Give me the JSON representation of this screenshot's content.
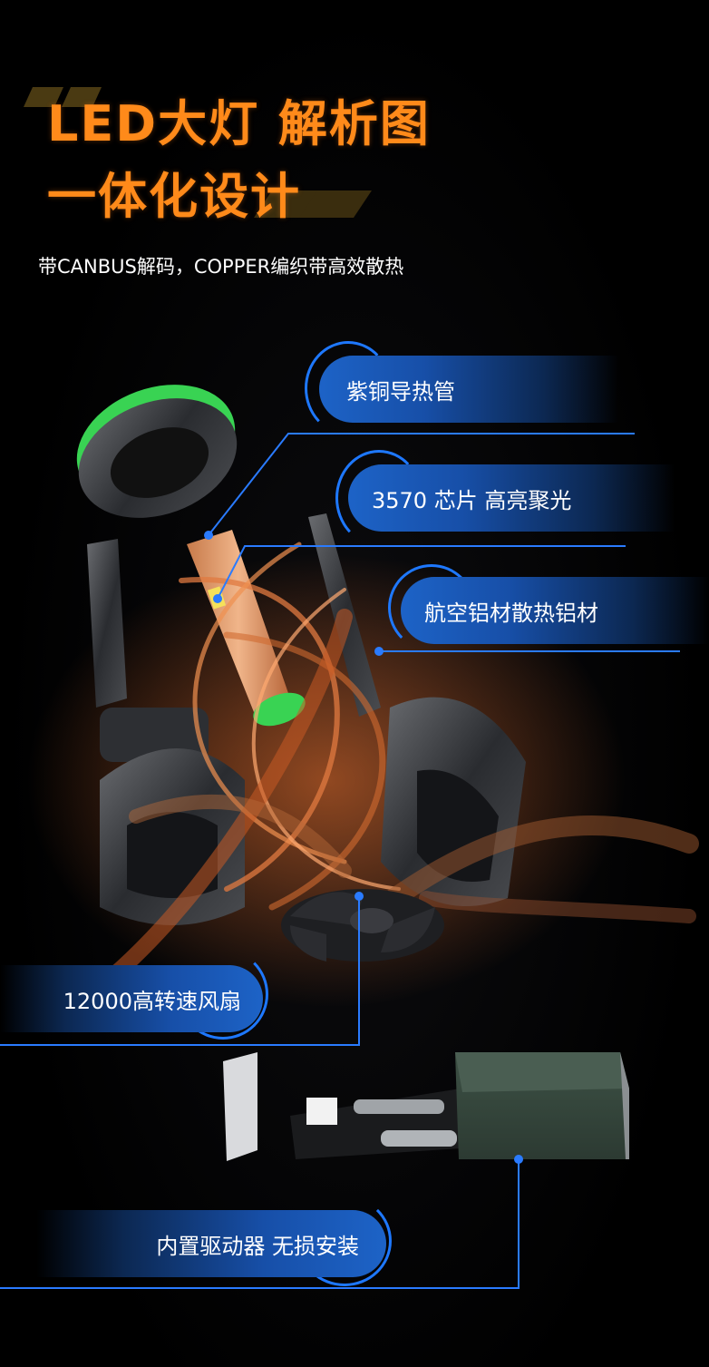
{
  "header": {
    "title_line1": "LED大灯 解析图",
    "title_line2": "一体化设计",
    "subtitle": "带CANBUS解码，COPPER编织带高效散热"
  },
  "callouts": {
    "copper_pipe": "紫铜导热管",
    "chip": "3570 芯片 高亮聚光",
    "aluminum": "航空铝材散热铝材",
    "fan": "12000高转速风扇",
    "driver": "内置驱动器 无损安装"
  },
  "colors": {
    "accent_orange": "#ff8a1a",
    "callout_blue": "#1d63c7",
    "line_blue": "#1e78ff",
    "ring_green": "#39d353"
  }
}
